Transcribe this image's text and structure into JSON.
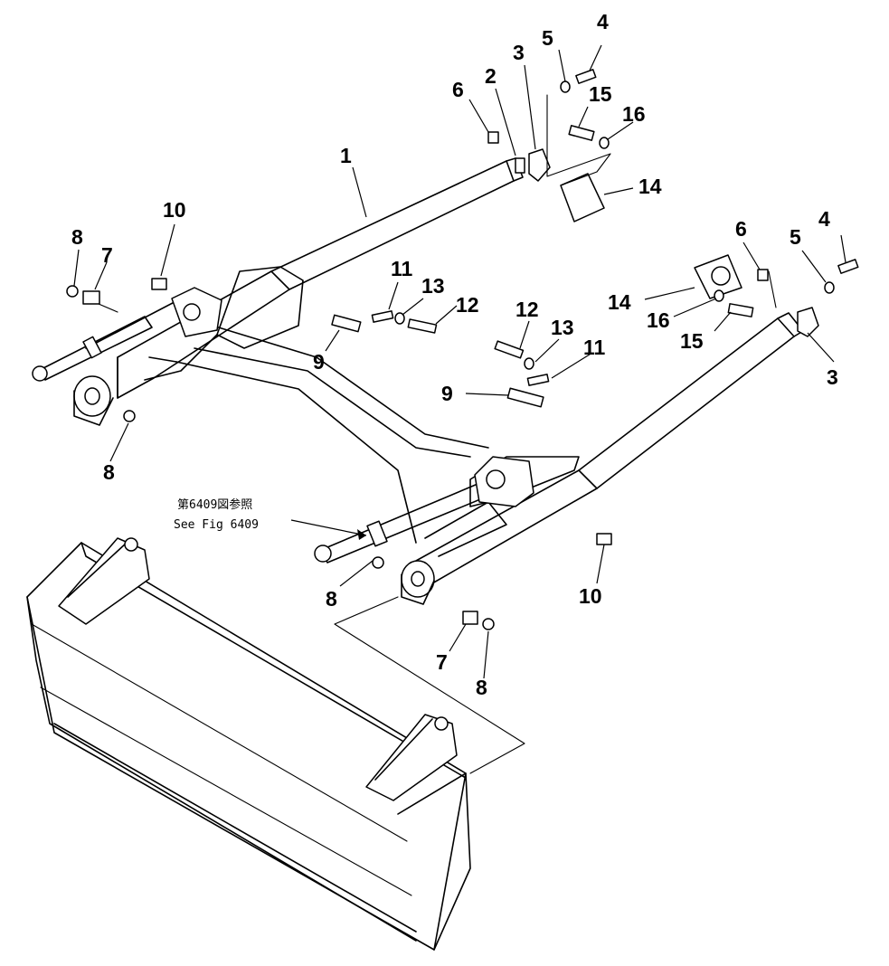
{
  "callouts": {
    "c1": "1",
    "c2": "2",
    "c3a": "3",
    "c3b": "3",
    "c4a": "4",
    "c4b": "4",
    "c5a": "5",
    "c5b": "5",
    "c6a": "6",
    "c6b": "6",
    "c7a": "7",
    "c7b": "7",
    "c8a": "8",
    "c8b": "8",
    "c8c": "8",
    "c8d": "8",
    "c9a": "9",
    "c9b": "9",
    "c10a": "10",
    "c10b": "10",
    "c11a": "11",
    "c11b": "11",
    "c12a": "12",
    "c12b": "12",
    "c13a": "13",
    "c13b": "13",
    "c14a": "14",
    "c14b": "14",
    "c15a": "15",
    "c15b": "15",
    "c16a": "16",
    "c16b": "16"
  },
  "reference": {
    "japanese": "第6409図参照",
    "english": "See Fig 6409"
  }
}
